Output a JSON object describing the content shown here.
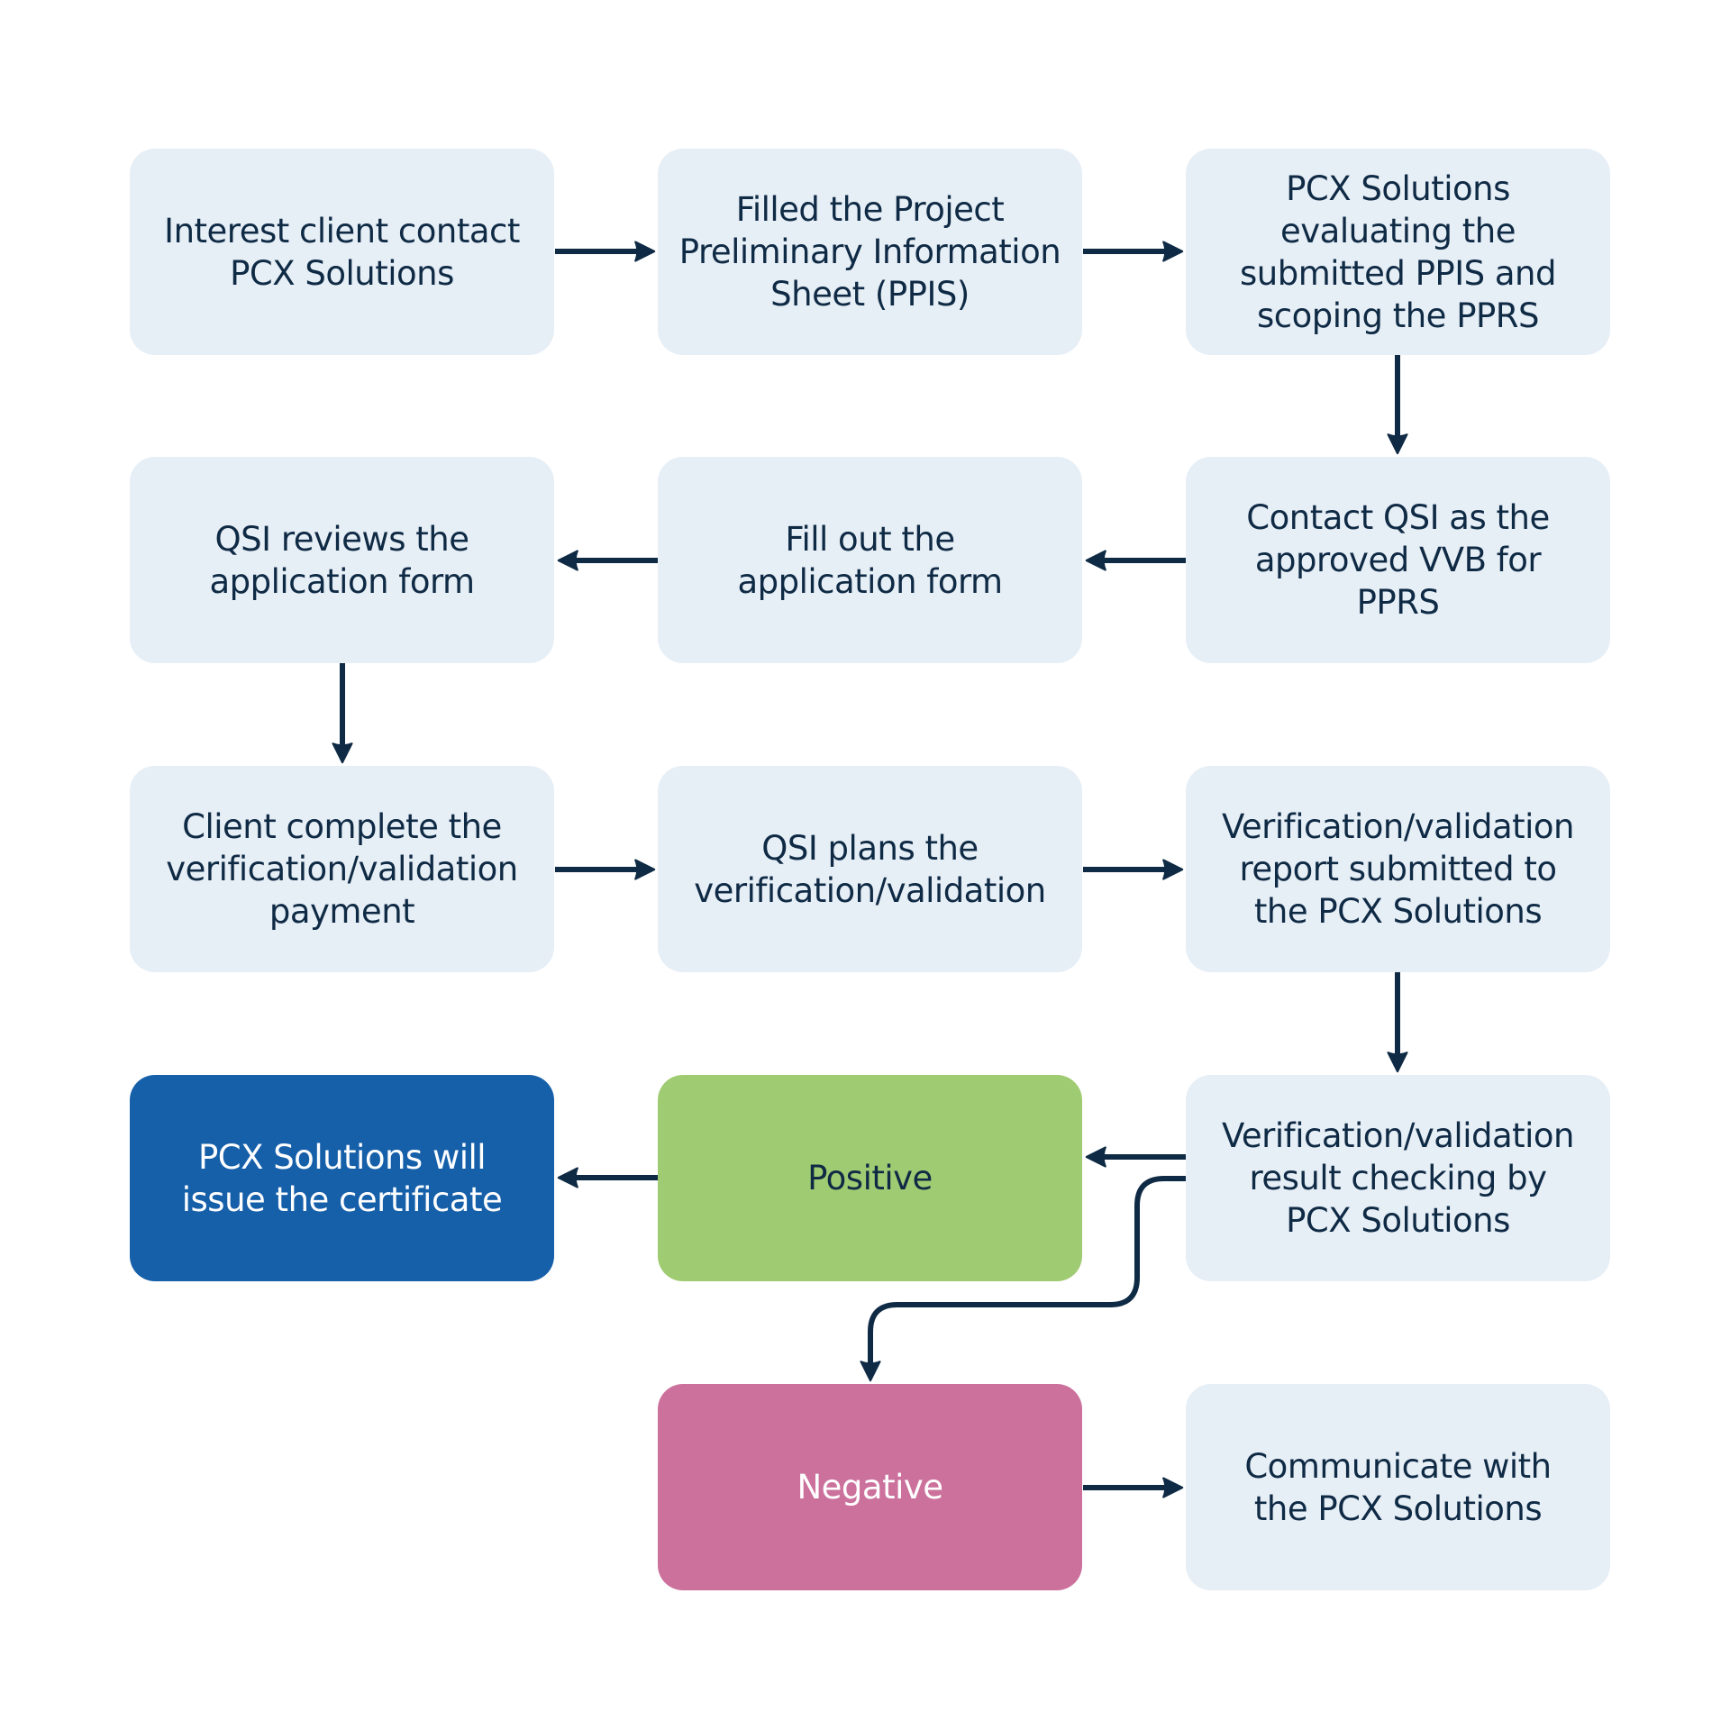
{
  "colors": {
    "node_light": "#e6eef6",
    "node_blue": "#1660aa",
    "node_green": "#9fcb72",
    "node_pink": "#cb719c",
    "text_dark": "#0f2a44",
    "arrow": "#0f2a44"
  },
  "nodes": {
    "n1": "Interest client contact\nPCX Solutions",
    "n2": "Filled the Project\nPreliminary Information\nSheet (PPIS)",
    "n3": "PCX Solutions\nevaluating the\nsubmitted PPIS and\nscoping the PPRS",
    "n4": "Contact QSI as the\napproved VVB for\nPPRS",
    "n5": "Fill out the\napplication form",
    "n6": "QSI reviews the\napplication form",
    "n7": "Client complete the\nverification/validation\npayment",
    "n8": "QSI plans the\nverification/validation",
    "n9": "Verification/validation\nreport submitted to\nthe PCX Solutions",
    "n10": "Verification/validation\nresult checking by\nPCX Solutions",
    "n11": "Positive",
    "n12": "PCX Solutions will\nissue the certificate",
    "n13": "Negative",
    "n14": "Communicate with\nthe PCX Solutions"
  },
  "edges": [
    [
      "n1",
      "n2"
    ],
    [
      "n2",
      "n3"
    ],
    [
      "n3",
      "n4"
    ],
    [
      "n4",
      "n5"
    ],
    [
      "n5",
      "n6"
    ],
    [
      "n6",
      "n7"
    ],
    [
      "n7",
      "n8"
    ],
    [
      "n8",
      "n9"
    ],
    [
      "n9",
      "n10"
    ],
    [
      "n10",
      "n11"
    ],
    [
      "n11",
      "n12"
    ],
    [
      "n10",
      "n13"
    ],
    [
      "n13",
      "n14"
    ]
  ]
}
